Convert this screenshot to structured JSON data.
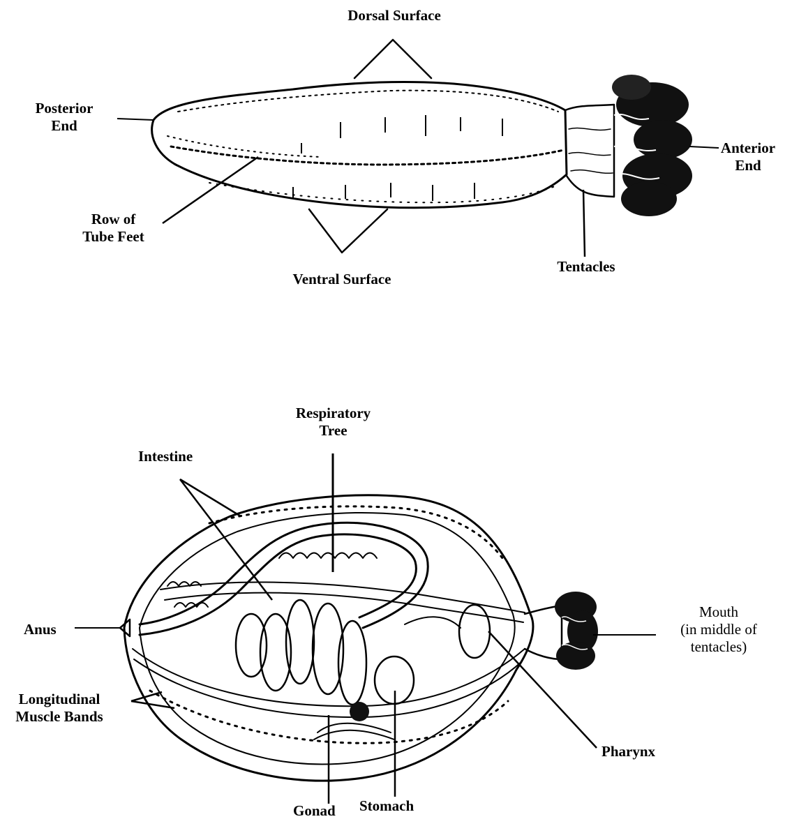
{
  "colors": {
    "ink": "#000000",
    "paper": "#ffffff"
  },
  "external_view": {
    "labels": {
      "dorsal_surface": "Dorsal Surface",
      "posterior_end_1": "Posterior",
      "posterior_end_2": "End",
      "anterior_end_1": "Anterior",
      "anterior_end_2": "End",
      "row_tube_feet_1": "Row of",
      "row_tube_feet_2": "Tube Feet",
      "ventral_surface": "Ventral Surface",
      "tentacles": "Tentacles"
    }
  },
  "internal_view": {
    "labels": {
      "respiratory_tree_1": "Respiratory",
      "respiratory_tree_2": "Tree",
      "intestine": "Intestine",
      "anus": "Anus",
      "mouth_1": "Mouth",
      "mouth_2": "(in middle of",
      "mouth_3": "tentacles)",
      "longitudinal_1": "Longitudinal",
      "longitudinal_2": "Muscle Bands",
      "pharynx": "Pharynx",
      "gonad": "Gonad",
      "stomach": "Stomach"
    }
  }
}
